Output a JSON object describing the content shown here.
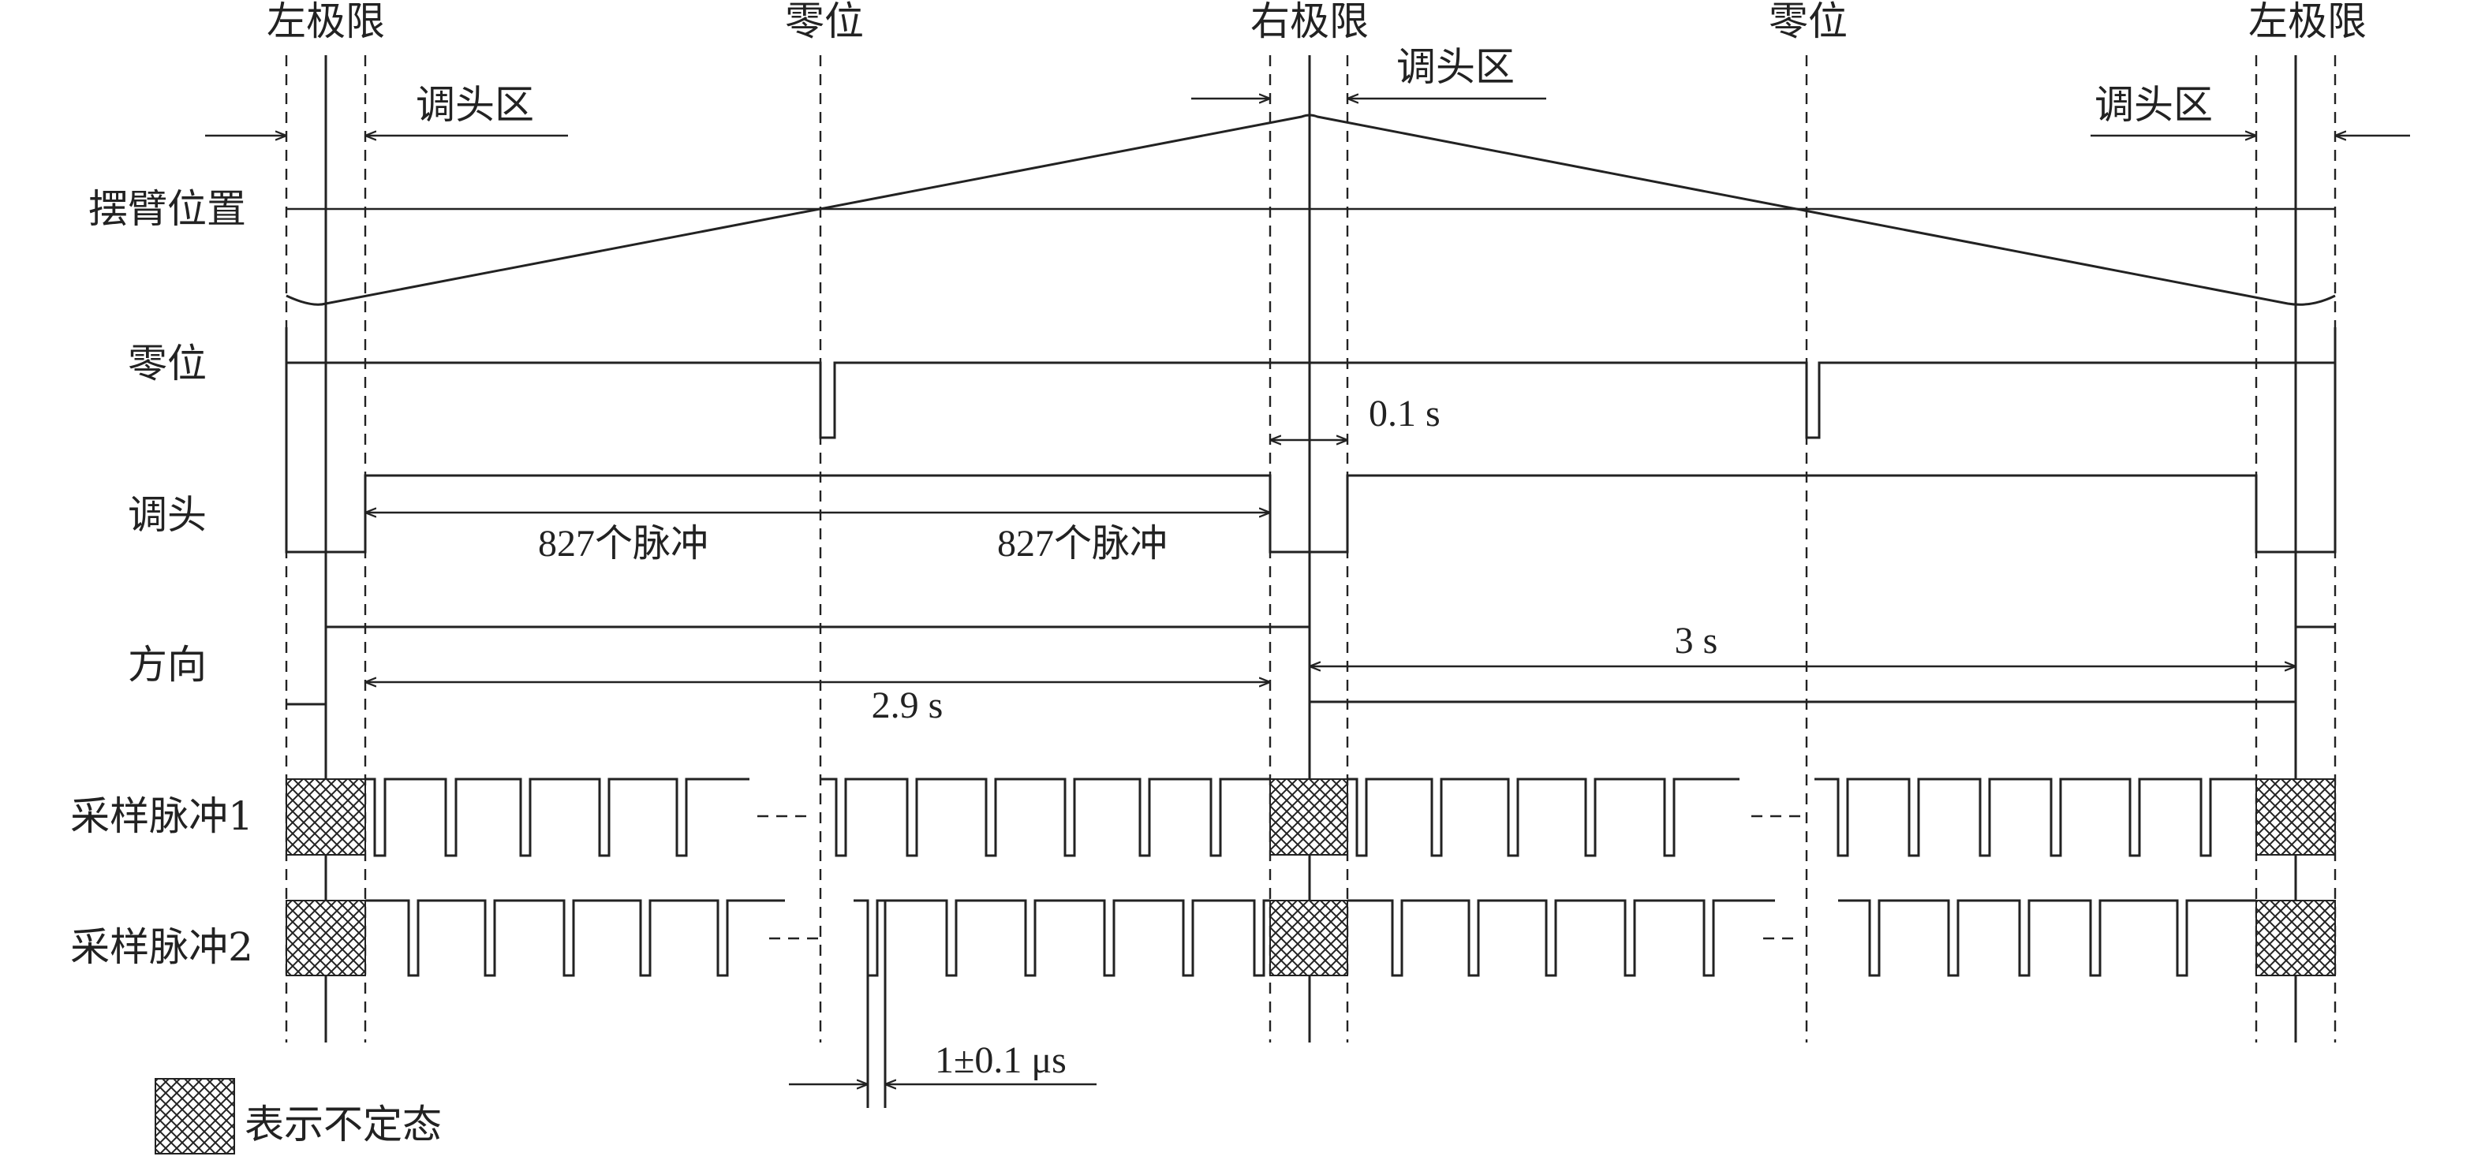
{
  "top_labels": {
    "left_limit_1": "左极限",
    "zero_1": "零位",
    "right_limit": "右极限",
    "zero_2": "零位",
    "left_limit_2": "左极限"
  },
  "turn_zone_labels": [
    "调头区",
    "调头区",
    "调头区"
  ],
  "row_labels": {
    "arm_position": "摆臂位置",
    "zero": "零位",
    "turn": "调头",
    "direction": "方向",
    "sample_pulse_1": "采样脉冲1",
    "sample_pulse_2": "采样脉冲2"
  },
  "annotations": {
    "turn_pulse_width": "0.1 s",
    "pulses_first_half": "827个脉冲",
    "pulses_second_half": "827个脉冲",
    "direction_forward": "2.9 s",
    "direction_reverse": "3 s",
    "pulse_offset": "1±0.1 μs",
    "ellipsis": "……"
  },
  "legend": {
    "undefined_state": "表示不定态"
  }
}
